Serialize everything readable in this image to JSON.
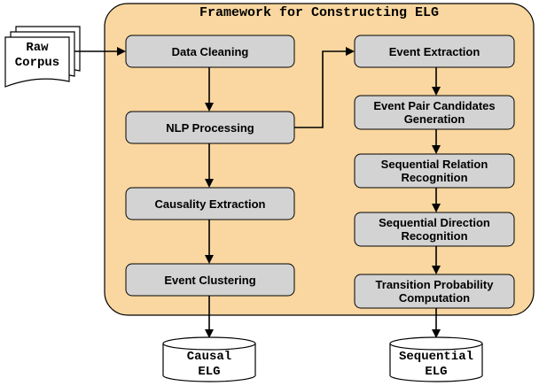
{
  "framework": {
    "title": "Framework for Constructing ELG"
  },
  "input": {
    "label": "Raw\nCorpus"
  },
  "left_pipeline": [
    "Data Cleaning",
    "NLP Processing",
    "Causality Extraction",
    "Event Clustering"
  ],
  "right_pipeline": [
    "Event Extraction",
    "Event Pair Candidates Generation",
    "Sequential Relation Recognition",
    "Sequential Direction Recognition",
    "Transition Probability Computation"
  ],
  "outputs": {
    "causal": "Causal\nELG",
    "sequential": "Sequential\nELG"
  },
  "colors": {
    "frame_fill": "#fad7a0",
    "box_fill": "#d3d3d3",
    "stroke": "#000000"
  }
}
